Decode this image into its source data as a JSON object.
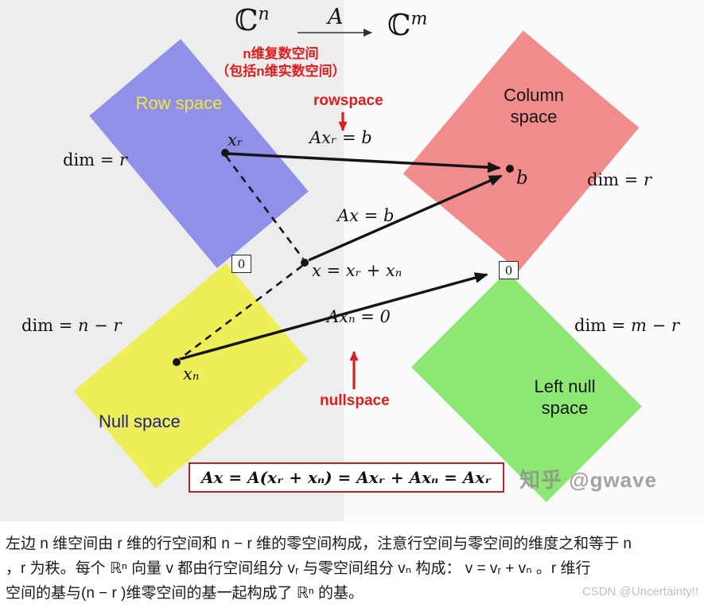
{
  "top": {
    "cn_base": "ℂ",
    "cn_sup": "n",
    "map_label": "A",
    "cm_base": "ℂ",
    "cm_sup": "m"
  },
  "notes": {
    "cn_note_line1": "n维复数空间",
    "cn_note_line2": "（包括n维实数空间）",
    "rowspace": "rowspace",
    "nullspace": "nullspace",
    "red_color": "#e01c1c"
  },
  "spaces": {
    "row": {
      "label": "Row space",
      "color": "#9090e8"
    },
    "column": {
      "line1": "Column",
      "line2": "space",
      "color": "#f08c8c"
    },
    "null": {
      "label": "Null space",
      "color": "#eeee58"
    },
    "left_null": {
      "line1": "Left null",
      "line2": "space",
      "color": "#8ce872"
    }
  },
  "dims": {
    "row": {
      "prefix": "dim = ",
      "value": "r"
    },
    "column": {
      "prefix": "dim = ",
      "value": "r"
    },
    "null": {
      "prefix": "dim = ",
      "value": "n − r"
    },
    "left_null": {
      "prefix": "dim = ",
      "value": "m − r"
    }
  },
  "points": {
    "xr": "xᵣ",
    "x": "x = xᵣ + xₙ",
    "xn": "xₙ",
    "b": "b",
    "zero_left": "0",
    "zero_right": "0"
  },
  "maps": {
    "axr": "Axᵣ = b",
    "ax": "Ax = b",
    "axn": "Axₙ = 0"
  },
  "equation": "Ax = A(xᵣ + xₙ) = Axᵣ + Axₙ = Axᵣ",
  "watermarks": {
    "zhihu": "知乎 @gwave",
    "csdn": "CSDN @Uncertainty!!"
  },
  "caption": {
    "line1": "左边 n 维空间由 r 维的行空间和 n − r 维的零空间构成，注意行空间与零空间的维度之和等于 n",
    "line2": "，r 为秩。每个 ℝⁿ 向量 v 都由行空间组分 vᵣ 与零空间组分 vₙ 构成： v = vᵣ + vₙ 。r 维行",
    "line3": "空间的基与(n − r )维零空间的基一起构成了 ℝⁿ 的基。"
  }
}
